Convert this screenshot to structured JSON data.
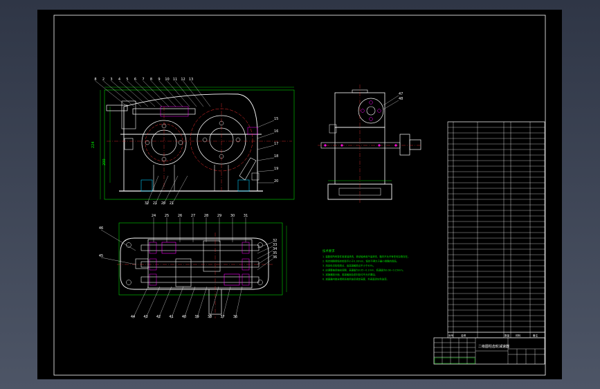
{
  "colors": {
    "background": "#3b4353",
    "sheet": "#000000",
    "outline": "#ffffff",
    "dimension": "#00ff00",
    "centerline": "#ff3030",
    "hidden": "#00d0ff",
    "callout": "#ffffff",
    "highlight": "#ff00ff"
  },
  "front_view": {
    "callouts_top": [
      "8",
      "2",
      "3",
      "4",
      "5",
      "6",
      "7",
      "8",
      "9",
      "10",
      "11",
      "12",
      "13"
    ],
    "callouts_right": [
      "15",
      "16",
      "17",
      "18",
      "19",
      "20"
    ],
    "callouts_bottom": [
      "32",
      "21",
      "20",
      "21"
    ]
  },
  "side_view": {
    "callouts_right": [
      "47",
      "48"
    ]
  },
  "plan_view": {
    "callouts_top": [
      "24",
      "25",
      "26",
      "27",
      "28",
      "29",
      "30",
      "31"
    ],
    "callouts_right": [
      "32",
      "33",
      "34",
      "35",
      "36"
    ],
    "callouts_left": [
      "46",
      "45"
    ],
    "callouts_bottom": [
      "44",
      "43",
      "42",
      "41",
      "40",
      "39",
      "38",
      "37",
      "36"
    ]
  },
  "tech_notes": {
    "heading": "技术要求",
    "lines": [
      "1. 装配前所有零件用煤油清洗，滚动轴承用汽油清洗，箱内不允许有任何杂物存在。",
      "2. 啮合侧隙用铅丝检验不小于0.16mm，铅丝不得大于最小侧隙的四倍。",
      "3. 用涂色法检验斑点，齿高接触斑点不小于40%。",
      "4. 应调整轴承轴向间隙，高速级为0.05~0.1mm，低速级为0.08~0.15mm。",
      "5. 减速器剖分面、各接触面及密封处均不允许漏油。",
      "6. 减速器内装全损耗系统用油至规定高度，外表面涂灰色油漆。"
    ]
  },
  "title_block": {
    "title": "二级圆柱齿轮减速器",
    "headers": [
      "序号",
      "名称",
      "数量",
      "材料",
      "备注"
    ]
  }
}
